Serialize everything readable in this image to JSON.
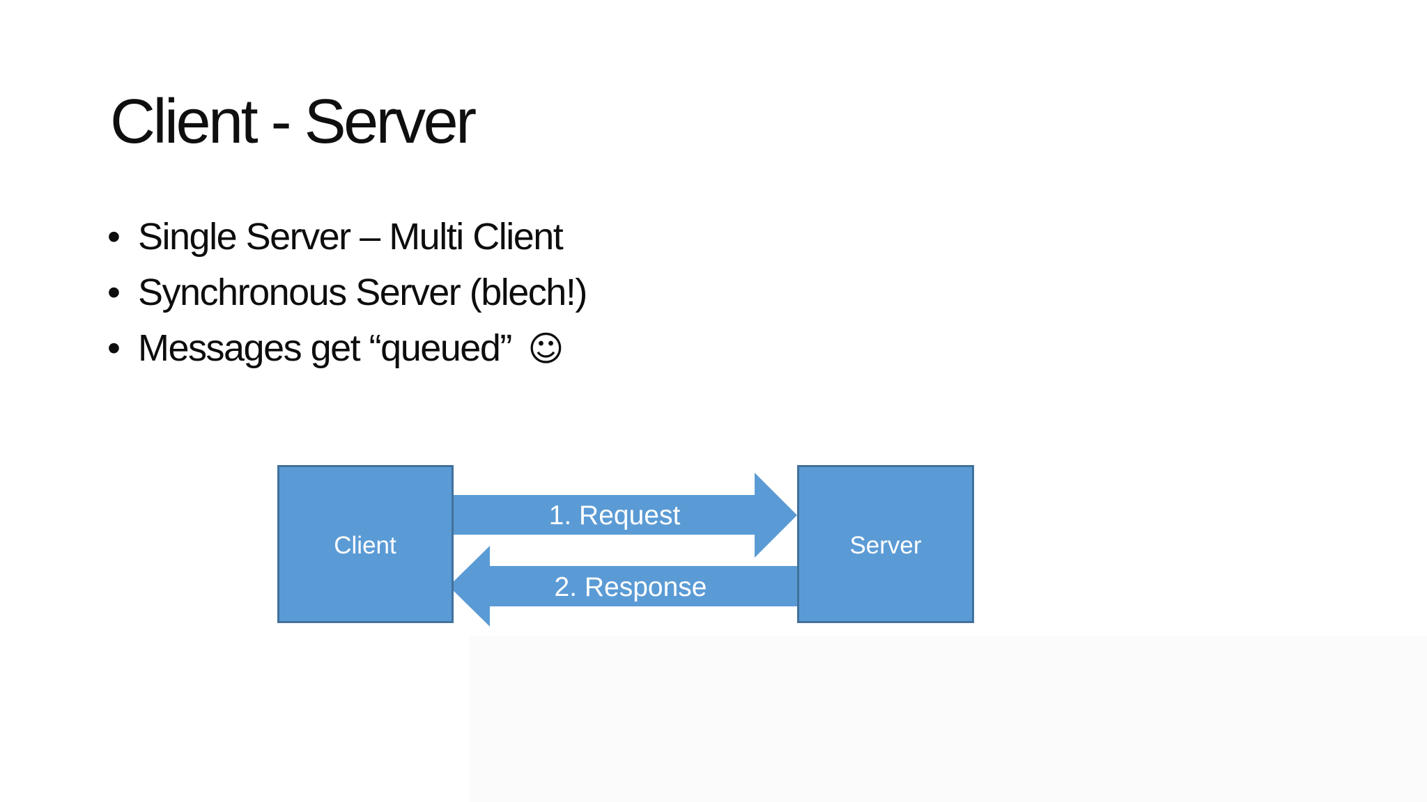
{
  "slide": {
    "title": "Client - Server",
    "bullets": [
      {
        "text": "Single Server – Multi Client",
        "emoji": ""
      },
      {
        "text": "Synchronous Server (blech!)",
        "emoji": ""
      },
      {
        "text": "Messages get “queued”",
        "emoji": "☺"
      }
    ],
    "bullet_char": "•",
    "diagram": {
      "client_box_label": "Client",
      "server_box_label": "Server",
      "request_arrow_label": "1. Request",
      "response_arrow_label": "2. Response",
      "colors": {
        "shape_fill": "#5B9BD5",
        "shape_border": "#41719C",
        "label_text": "#FFFFFF"
      }
    }
  }
}
